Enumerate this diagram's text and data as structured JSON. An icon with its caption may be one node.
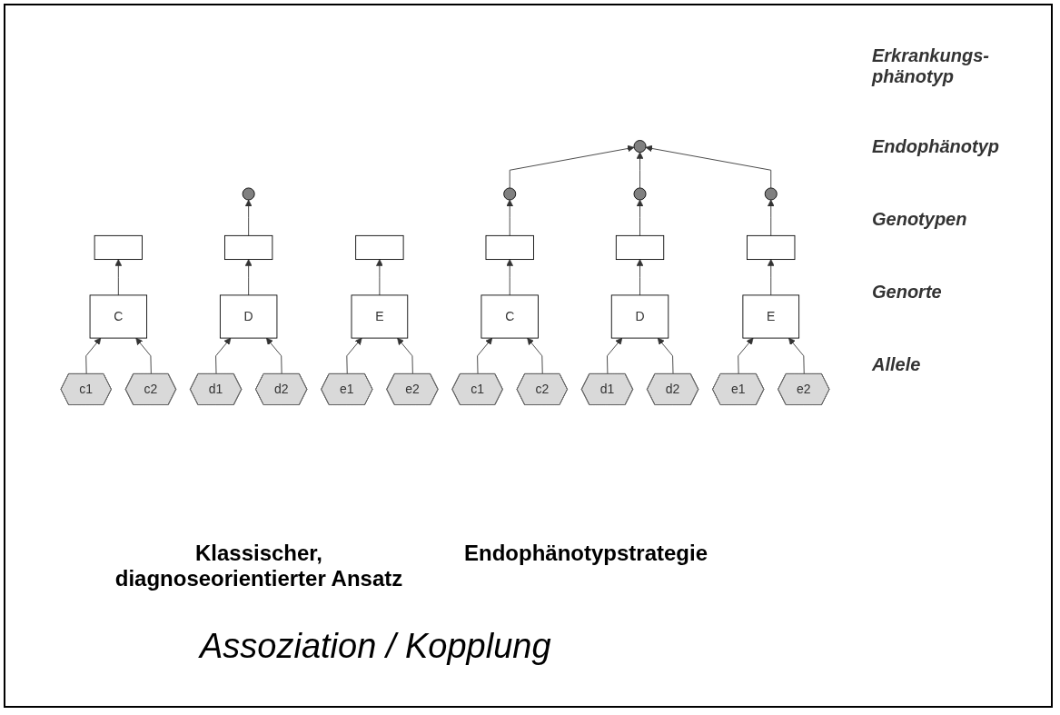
{
  "diagram": {
    "caption": "Assoziation / Kopplung",
    "nodes": [
      {
        "text": [],
        "shape": "circle"
      },
      {
        "text": [],
        "shape": "circle"
      },
      {
        "text": [],
        "shape": "circle"
      },
      {
        "text": [],
        "shape": "circle"
      },
      {
        "text": [],
        "shape": "circle"
      },
      {
        "text": [],
        "shape": "box"
      },
      {
        "text": [],
        "shape": "box"
      },
      {
        "text": [],
        "shape": "box"
      },
      {
        "text": [],
        "shape": "box"
      },
      {
        "text": [],
        "shape": "box"
      },
      {
        "text": [],
        "shape": "box"
      },
      {
        "text": [
          "C"
        ]
      },
      {
        "text": [
          "D"
        ]
      },
      {
        "text": [
          "E"
        ]
      },
      {
        "text": [
          "C"
        ]
      },
      {
        "text": [
          "D"
        ]
      },
      {
        "text": [
          "E"
        ]
      },
      {
        "text": [
          "c1"
        ]
      },
      {
        "text": [
          "c2"
        ]
      },
      {
        "text": [
          "d1"
        ]
      },
      {
        "text": [
          "d2"
        ]
      },
      {
        "text": [
          "e1"
        ]
      },
      {
        "text": [
          "e2"
        ]
      },
      {
        "text": [
          "c1"
        ]
      },
      {
        "text": [
          "c2"
        ]
      },
      {
        "text": [
          "d1"
        ]
      },
      {
        "text": [
          "d2"
        ]
      },
      {
        "text": [
          "e1"
        ]
      },
      {
        "text": [
          "e2"
        ]
      }
    ],
    "edges": [
      {
        "from": 17,
        "to": 11,
        "arrow": "to"
      },
      {
        "from": 18,
        "to": 11,
        "arrow": "to"
      },
      {
        "from": 19,
        "to": 12,
        "arrow": "to"
      },
      {
        "from": 20,
        "to": 12,
        "arrow": "to"
      },
      {
        "from": 21,
        "to": 13,
        "arrow": "to"
      },
      {
        "from": 22,
        "to": 13,
        "arrow": "to"
      },
      {
        "from": 11,
        "to": 5,
        "arrow": "to"
      },
      {
        "from": 12,
        "to": 6,
        "arrow": "to"
      },
      {
        "from": 13,
        "to": 7,
        "arrow": "to"
      },
      {
        "from": 6,
        "to": 0,
        "arrow": "to"
      },
      {
        "from": 23,
        "to": 14,
        "arrow": "to"
      },
      {
        "from": 24,
        "to": 14,
        "arrow": "to"
      },
      {
        "from": 25,
        "to": 15,
        "arrow": "to"
      },
      {
        "from": 26,
        "to": 15,
        "arrow": "to"
      },
      {
        "from": 27,
        "to": 16,
        "arrow": "to"
      },
      {
        "from": 28,
        "to": 16,
        "arrow": "to"
      },
      {
        "from": 14,
        "to": 8,
        "arrow": "to"
      },
      {
        "from": 15,
        "to": 9,
        "arrow": "to"
      },
      {
        "from": 16,
        "to": 10,
        "arrow": "to"
      },
      {
        "from": 8,
        "to": 2,
        "arrow": "to"
      },
      {
        "from": 9,
        "to": 3,
        "arrow": "to"
      },
      {
        "from": 10,
        "to": 4,
        "arrow": "to"
      },
      {
        "from": 2,
        "to": 1,
        "arrow": "to"
      },
      {
        "from": 3,
        "to": 1,
        "arrow": "to"
      },
      {
        "from": 4,
        "to": 1,
        "arrow": "to"
      }
    ],
    "labels": [
      "Erkrankungs- phänotyp",
      "Endophänotyp",
      "Genotypen",
      "Genorte",
      "Allele",
      "Klassischer, diagnoseorientierter Ansatz",
      "Endophänotypstrategie"
    ]
  }
}
